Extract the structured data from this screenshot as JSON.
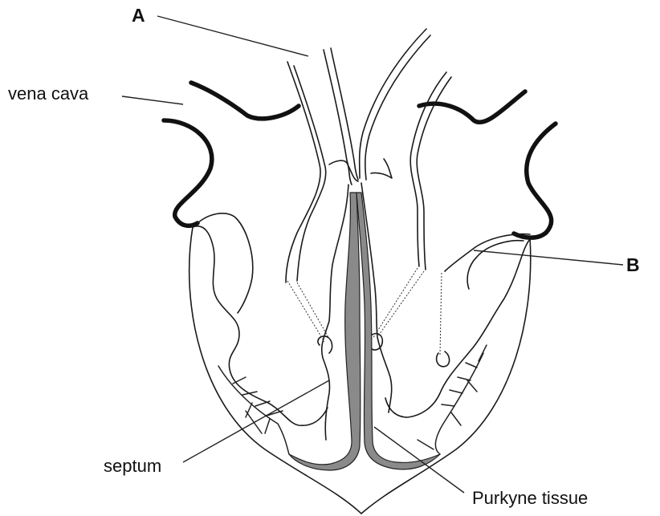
{
  "labels": {
    "a": "A",
    "vena_cava": "vena cava",
    "b": "B",
    "septum": "septum",
    "purkyne_tissue": "Purkyne tissue"
  }
}
